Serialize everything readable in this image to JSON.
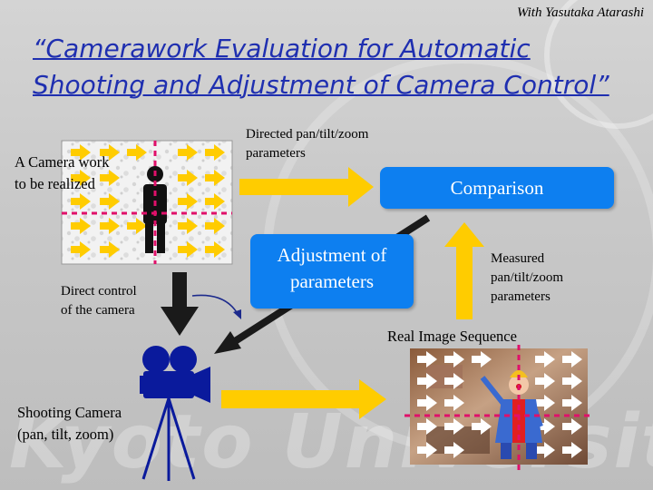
{
  "header": {
    "credit": "With Yasutaka Atarashi",
    "title": "“Camerawork Evaluation for Automatic Shooting and Adjustment of Camera Control”"
  },
  "watermark": {
    "text": "Kyoto University"
  },
  "labels": {
    "camera_work_line1": "A Camera work",
    "camera_work_line2": "to be realized",
    "directed_line1": "Directed pan/tilt/zoom",
    "directed_line2": "parameters",
    "direct_control_line1": "Direct control",
    "direct_control_line2": "of  the camera",
    "measured_line1": "Measured",
    "measured_line2": "pan/tilt/zoom",
    "measured_line3": "parameters",
    "real_image": "Real Image Sequence",
    "shooting_line1": "Shooting Camera",
    "shooting_line2": "(pan, tilt, zoom)"
  },
  "boxes": {
    "comparison": "Comparison",
    "adjustment_line1": "Adjustment of",
    "adjustment_line2": "parameters"
  },
  "colors": {
    "title": "#1f2fb0",
    "box_fill": "#0d7ff0",
    "arrow_yellow": "#ffcc00",
    "arrow_black": "#1a1a1a",
    "crosshair": "#e0106a",
    "camera_blue": "#0a1a9c"
  }
}
